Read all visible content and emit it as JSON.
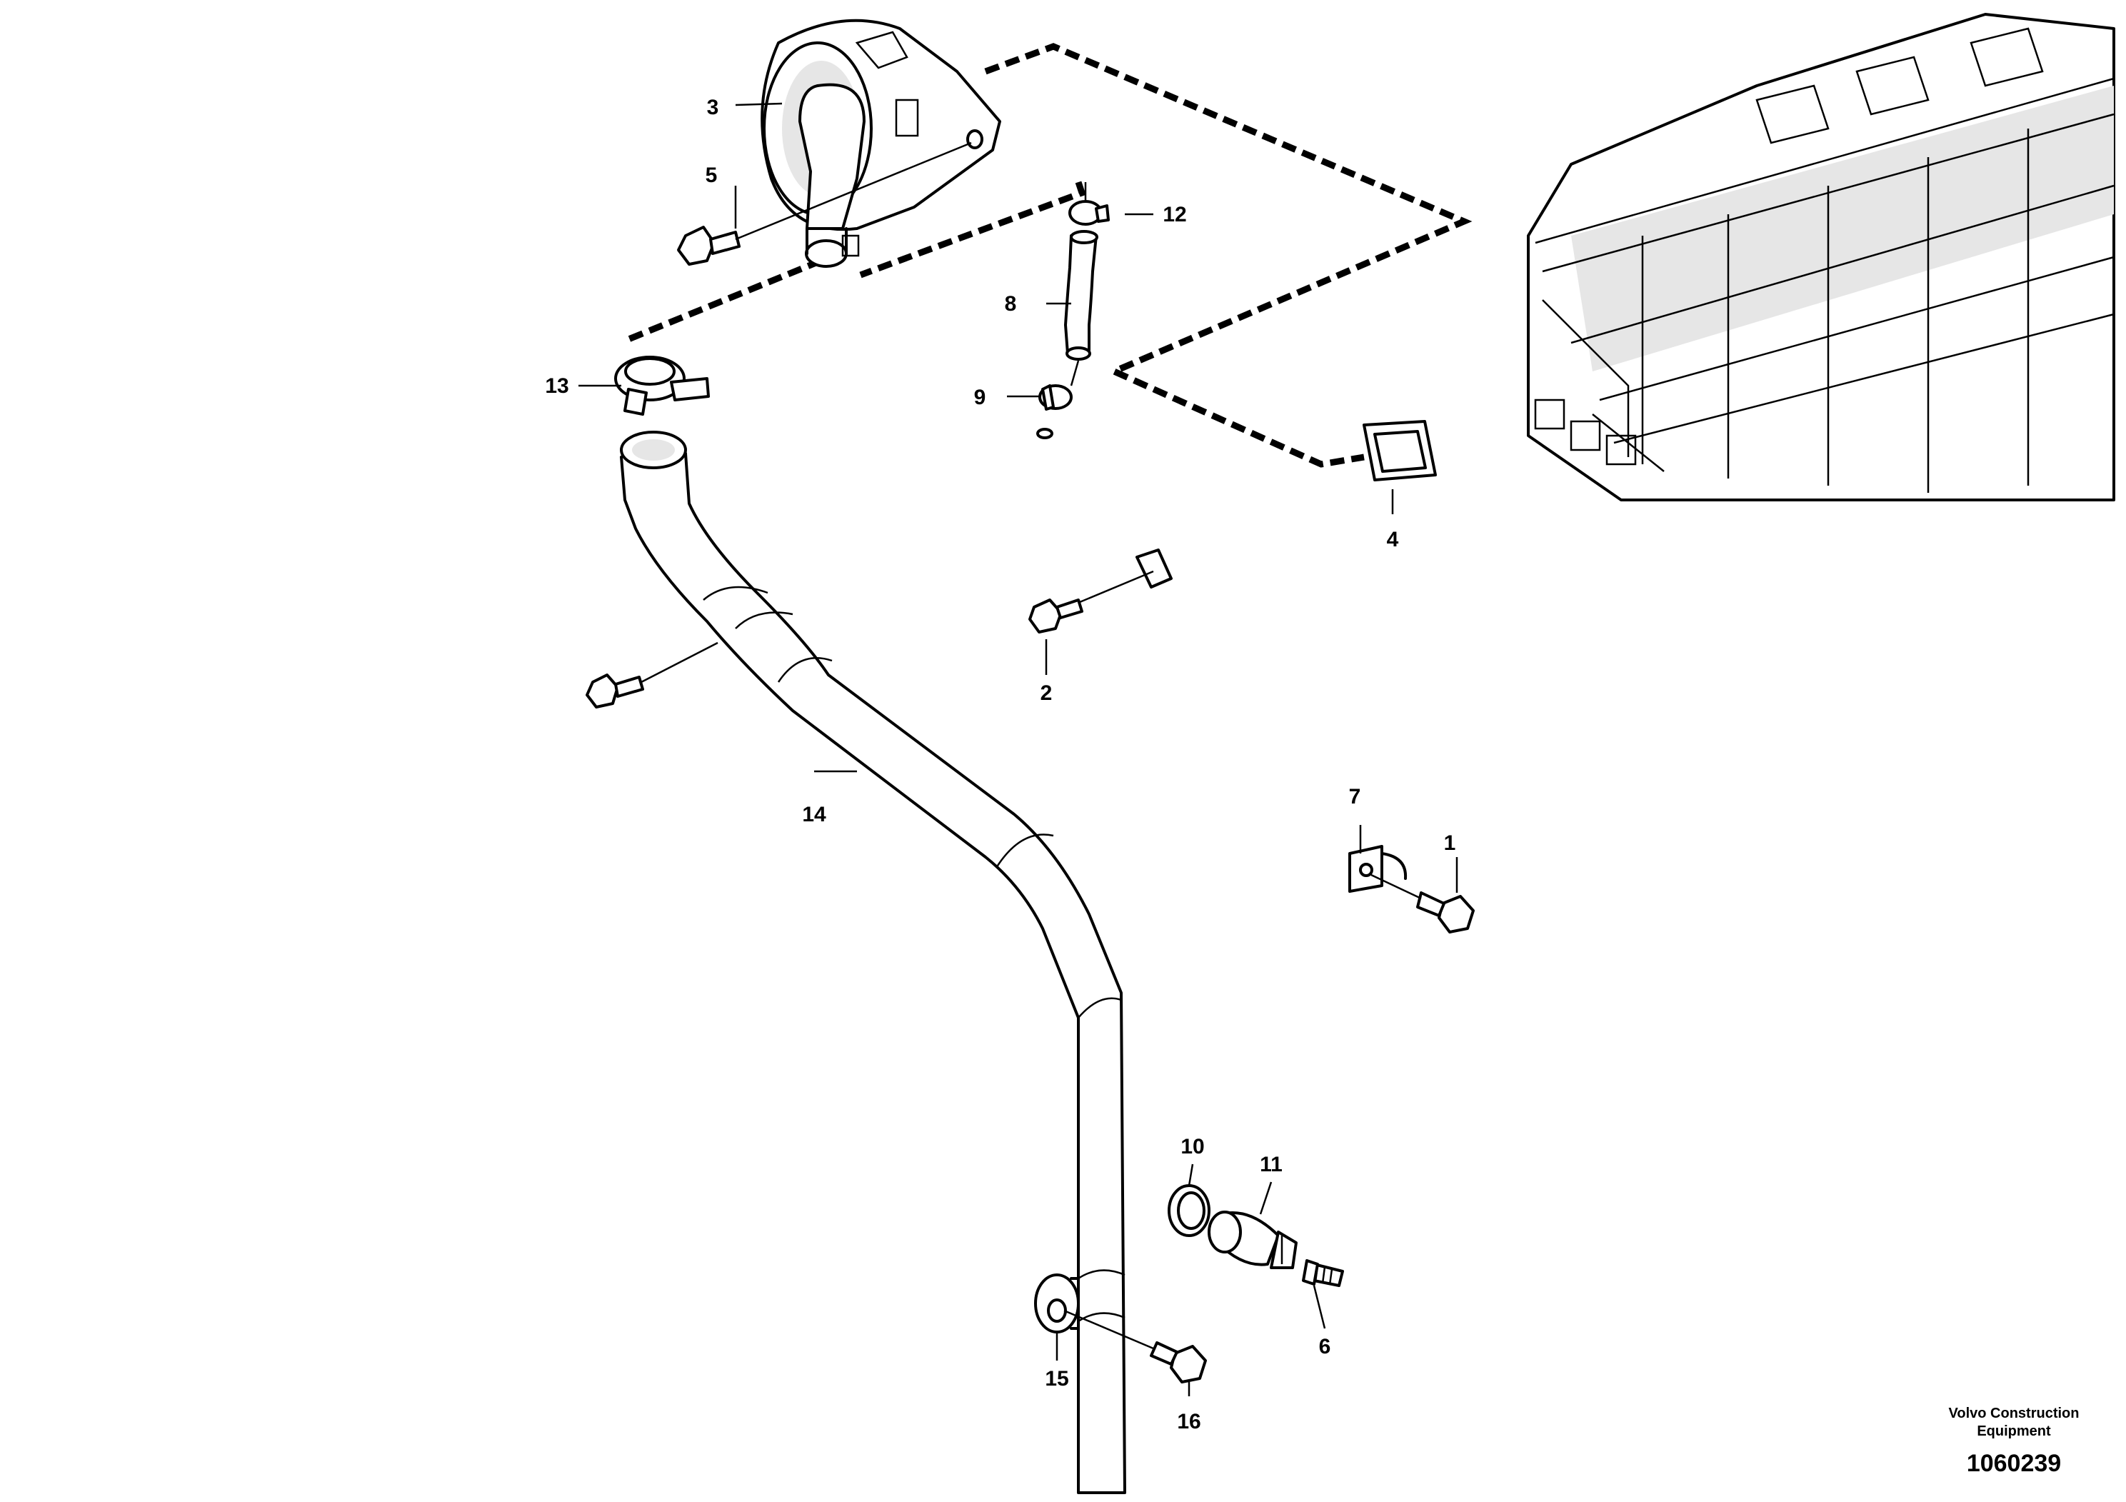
{
  "callouts": {
    "c1": "1",
    "c2": "2",
    "c3": "3",
    "c4": "4",
    "c5": "5",
    "c6": "6",
    "c7": "7",
    "c8": "8",
    "c9": "9",
    "c10": "10",
    "c11": "11",
    "c12": "12",
    "c13": "13",
    "c14": "14",
    "c15": "15",
    "c16": "16"
  },
  "footer": {
    "brand_line1": "Volvo Construction",
    "brand_line2": "Equipment",
    "figure_number": "1060239"
  }
}
